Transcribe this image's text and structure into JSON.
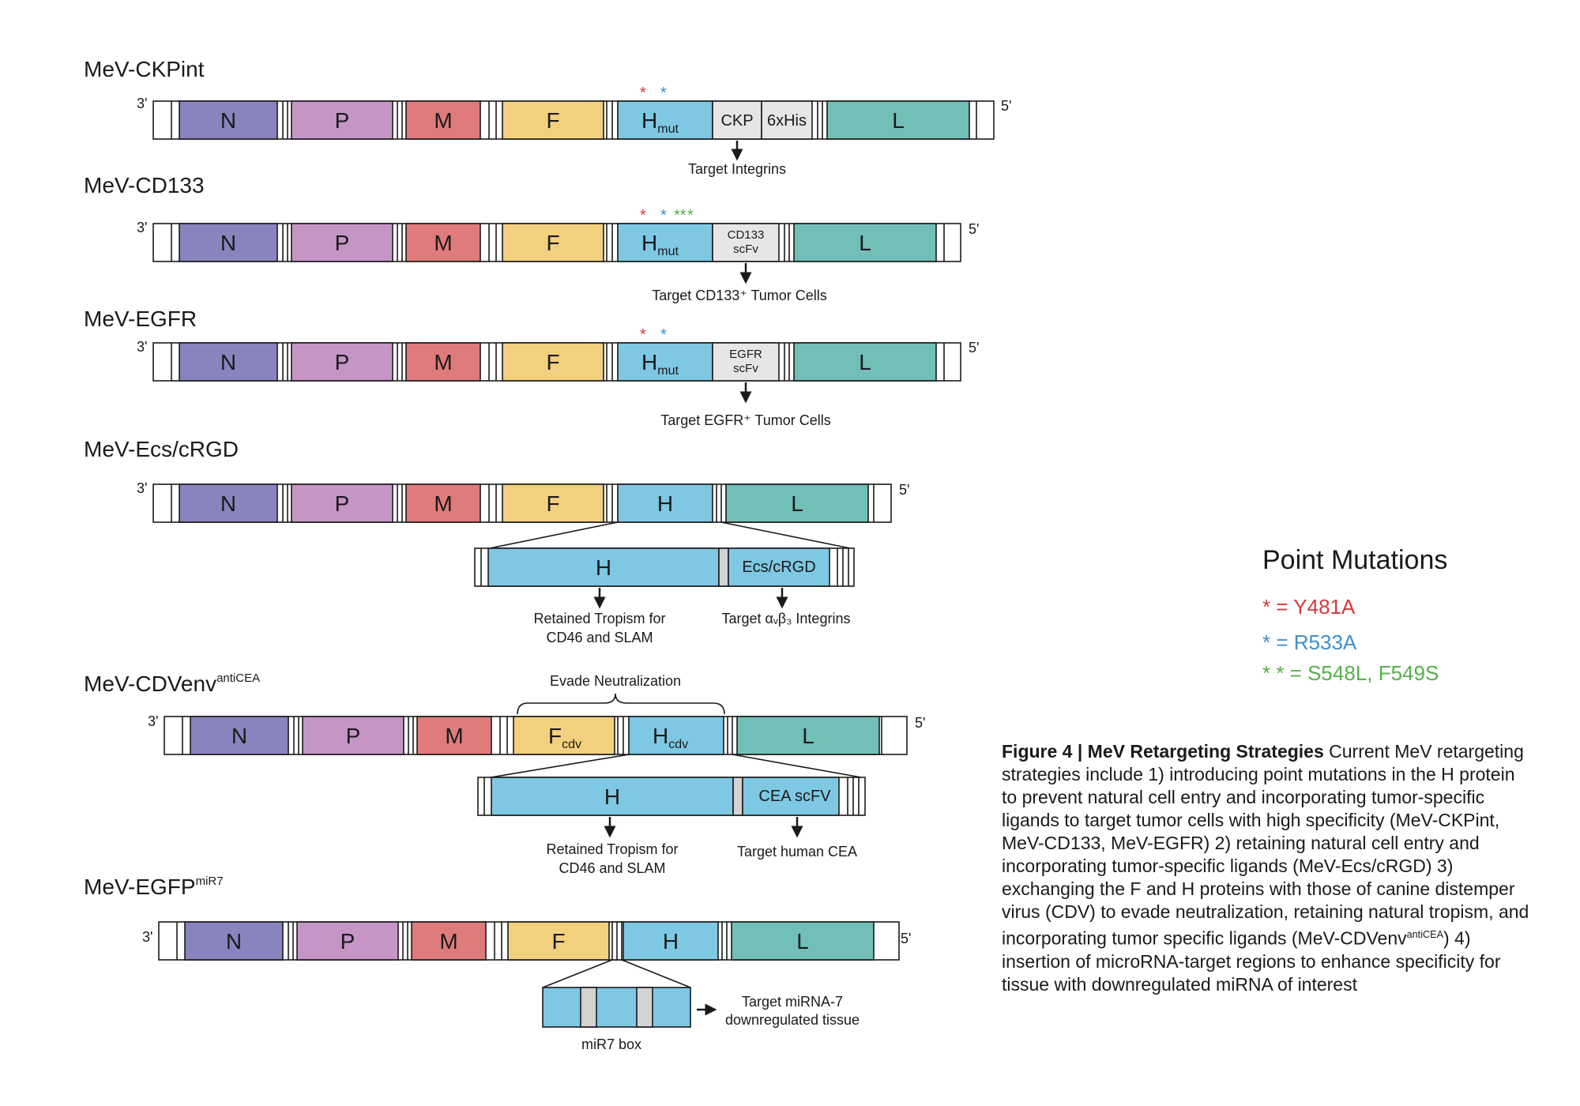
{
  "colors": {
    "N": "#8884bd",
    "P": "#c595c6",
    "M": "#e07b7b",
    "F": "#f2d07e",
    "H": "#7ec8e3",
    "L": "#72bfb7",
    "ligand": "#e6e6e6",
    "spacer": "#d3d3d3",
    "red": "#d63a3a",
    "blue": "#3f8fcf",
    "green": "#55b04a"
  },
  "constructs": [
    {
      "name": "MeV-CKPint",
      "sup": "",
      "end3": "3'",
      "end5": "5'",
      "genes": [
        "N",
        "P",
        "M",
        "F",
        "H",
        "CKP",
        "6xHis",
        "L"
      ],
      "h_sub": "mut",
      "mutations": [
        "red",
        "blue"
      ],
      "targets": [
        "Target Integrins"
      ]
    },
    {
      "name": "MeV-CD133",
      "sup": "",
      "end3": "3'",
      "end5": "5'",
      "genes": [
        "N",
        "P",
        "M",
        "F",
        "H",
        "CD133 scFv",
        "L"
      ],
      "h_sub": "mut",
      "mutations": [
        "red",
        "blue",
        "green",
        "green"
      ],
      "targets": [
        "Target CD133⁺ Tumor Cells"
      ]
    },
    {
      "name": "MeV-EGFR",
      "sup": "",
      "end3": "3'",
      "end5": "5'",
      "genes": [
        "N",
        "P",
        "M",
        "F",
        "H",
        "EGFR scFv",
        "L"
      ],
      "h_sub": "mut",
      "mutations": [
        "red",
        "blue"
      ],
      "targets": [
        "Target EGFR⁺ Tumor Cells"
      ]
    },
    {
      "name": "MeV-Ecs/cRGD",
      "sup": "",
      "end3": "3'",
      "end5": "5'",
      "genes": [
        "N",
        "P",
        "M",
        "F",
        "H",
        "L"
      ],
      "zoom": [
        "H",
        "Ecs/cRGD"
      ],
      "targets": [
        "Retained Tropism for",
        "CD46 and SLAM",
        "Target αᵥβ₃ Integrins"
      ]
    },
    {
      "name": "MeV-CDVenv",
      "sup": "antiCEA",
      "end3": "3'",
      "end5": "5'",
      "genes": [
        "N",
        "P",
        "M",
        "F",
        "H",
        "L"
      ],
      "f_sub": "cdv",
      "h_sub": "cdv",
      "bracket": "Evade Neutralization",
      "zoom": [
        "H",
        "CEA scFV"
      ],
      "targets": [
        "Retained Tropism for",
        "CD46 and SLAM",
        "Target human CEA"
      ]
    },
    {
      "name": "MeV-EGFP",
      "sup": "miR7",
      "end3": "3'",
      "end5": "5'",
      "genes": [
        "N",
        "P",
        "M",
        "F",
        "H",
        "L"
      ],
      "box_label": "miR7 box",
      "targets": [
        "Target miRNA-7",
        "downregulated tissue"
      ]
    }
  ],
  "legend": {
    "title": "Point Mutations",
    "items": [
      {
        "text": "* = Y481A",
        "color": "#d63a3a"
      },
      {
        "text": "* = R533A",
        "color": "#3f8fcf"
      },
      {
        "text": "* * = S548L, F549S",
        "color": "#55b04a"
      }
    ]
  },
  "caption": {
    "bold": "Figure 4 | MeV Retargeting Strategies",
    "text_a": " Current MeV retargeting strategies include 1) introducing point mutations in the H protein to prevent natural cell entry and incorporating tumor-specific ligands to target tumor cells with high specificity (MeV-CKPint, MeV-CD133, MeV-EGFR) 2) retaining natural cell entry and incorporating tumor-specific ligands (MeV-Ecs/cRGD) 3) exchanging the F and H proteins with those of canine distemper virus (CDV) to evade neutralization, retaining natural tropism, and incorporating tumor specific ligands (MeV-CDVenv",
    "sup": "antiCEA",
    "text_b": ") 4) insertion of microRNA-target regions to enhance specificity for tissue with downregulated miRNA of interest"
  }
}
